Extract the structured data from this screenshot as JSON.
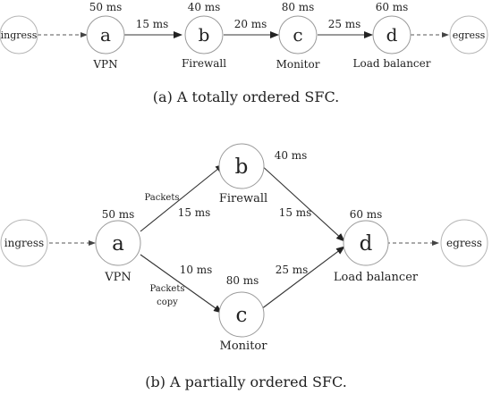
{
  "diagram_a": {
    "caption": "(a) A totally ordered SFC.",
    "ingress": "ingress",
    "egress": "egress",
    "nodes": {
      "a": {
        "letter": "a",
        "latency": "50 ms",
        "label": "VPN"
      },
      "b": {
        "letter": "b",
        "latency": "40 ms",
        "label": "Firewall"
      },
      "c": {
        "letter": "c",
        "latency": "80 ms",
        "label": "Monitor"
      },
      "d": {
        "letter": "d",
        "latency": "60 ms",
        "label": "Load balancer"
      }
    },
    "edges": {
      "ab": "15 ms",
      "bc": "20 ms",
      "cd": "25 ms"
    }
  },
  "diagram_b": {
    "caption": "(b) A partially ordered SFC.",
    "ingress": "ingress",
    "egress": "egress",
    "nodes": {
      "a": {
        "letter": "a",
        "latency": "50 ms",
        "label": "VPN"
      },
      "b": {
        "letter": "b",
        "latency": "40 ms",
        "label": "Firewall"
      },
      "c": {
        "letter": "c",
        "latency": "80 ms",
        "label": "Monitor"
      },
      "d": {
        "letter": "d",
        "latency": "60 ms",
        "label": "Load balancer"
      }
    },
    "edges": {
      "ab": "15 ms",
      "ac": "10 ms",
      "bd": "15 ms",
      "cd": "25 ms"
    },
    "flow_labels": {
      "packets": "Packets",
      "packets_copy_line1": "Packets",
      "packets_copy_line2": "copy"
    }
  }
}
